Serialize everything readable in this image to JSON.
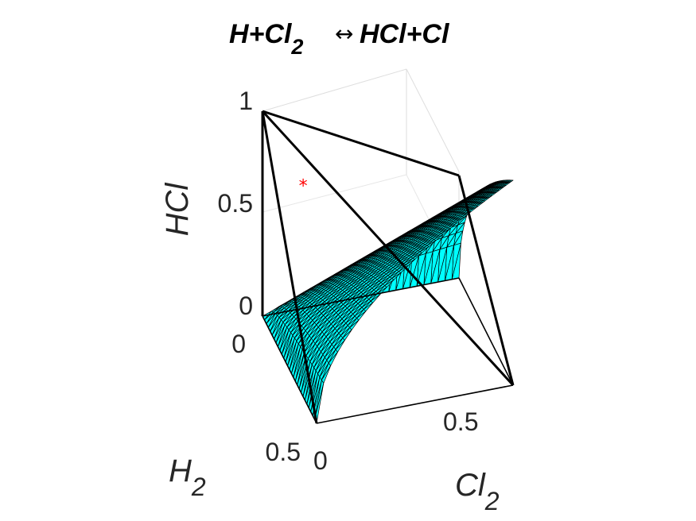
{
  "chart_data": {
    "type": "surface3d",
    "title": {
      "left": "H+Cl",
      "left_sub": "2",
      "arrow": "↔",
      "right": " HCl+Cl"
    },
    "axes": {
      "x": {
        "label": "Cl",
        "label_sub": "2",
        "range": [
          0,
          0.5
        ],
        "ticks": [
          "0",
          "0.5"
        ]
      },
      "y": {
        "label": "H",
        "label_sub": "2",
        "range": [
          0,
          0.5
        ],
        "ticks": [
          "0",
          "0.5"
        ]
      },
      "z": {
        "label": "HCl",
        "range": [
          0,
          1
        ],
        "ticks": [
          "0",
          "0.5",
          "1"
        ]
      }
    },
    "surface_color": "#00FFFF",
    "edge_color": "#000000",
    "frame_color": "#000000",
    "grid": true,
    "highlight_point": {
      "Cl2": 0.25,
      "H2": 0.25,
      "HCl": 0.5,
      "color": "#FF0000",
      "marker": "*"
    }
  }
}
